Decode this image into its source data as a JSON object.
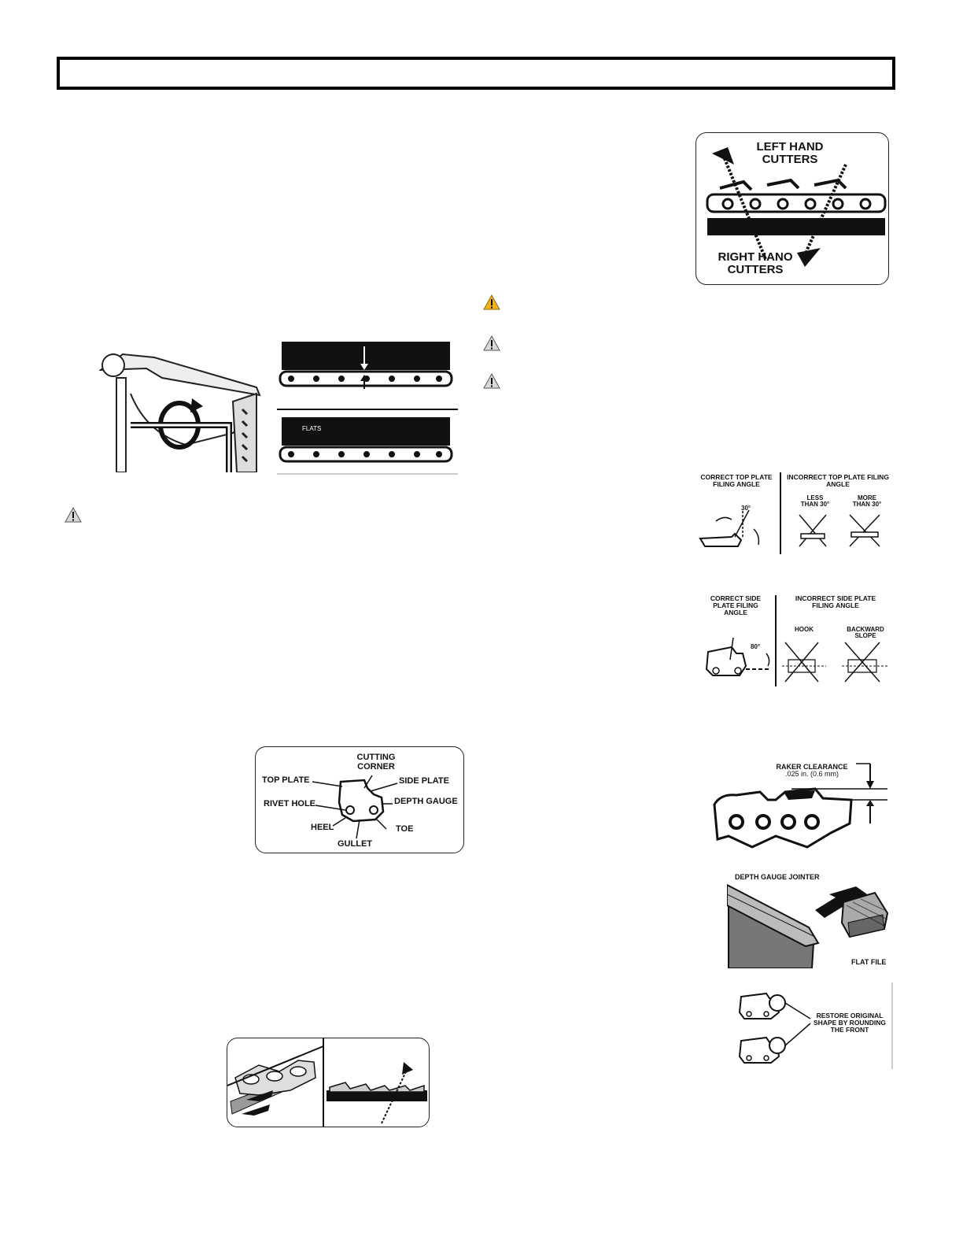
{
  "header": {
    "title": ""
  },
  "figures": {
    "cutter_direction": {
      "left": "LEFT HAND",
      "left2": "CUTTERS",
      "right": "RIGHT HANO",
      "right2": "CUTTERS"
    },
    "flats_label": "FLATS",
    "top_plate": {
      "correct": "CORRECT TOP PLATE",
      "correct2": "FILING ANGLE",
      "incorrect": "INCORRECT TOP PLATE FILING",
      "incorrect2": "ANGLE",
      "less": "LESS",
      "less2": "THAN 30°",
      "more": "MORE",
      "more2": "THAN 30°",
      "angle": "30°"
    },
    "side_plate": {
      "correct": "CORRECT SIDE",
      "correct2": "PLATE FILING",
      "correct3": "ANGLE",
      "incorrect": "INCORRECT SIDE PLATE",
      "incorrect2": "FILING ANGLE",
      "hook": "HOOK",
      "backward": "BACKWARD",
      "backward2": "SLOPE",
      "angle": "80°"
    },
    "cutter_parts": {
      "cutting_corner": "CUTTING",
      "cutting_corner2": "CORNER",
      "top_plate": "TOP PLATE",
      "side_plate": "SIDE PLATE",
      "rivet_hole": "RIVET HOLE",
      "depth_gauge": "DEPTH GAUGE",
      "heel": "HEEL",
      "toe": "TOE",
      "gullet": "GULLET"
    },
    "raker": {
      "line1": "RAKER CLEARANCE",
      "line2": ".025 in. (0.6 mm)"
    },
    "jointer": {
      "tool": "DEPTH GAUGE JOINTER",
      "file": "FLAT FILE"
    },
    "restore": {
      "line1": "RESTORE ORIGINAL",
      "line2": "SHAPE BY ROUNDING",
      "line3": "THE FRONT"
    }
  },
  "colors": {
    "warning_yellow": "#f3b21a",
    "warning_gray": "#c8c8c8",
    "ink": "#111111"
  }
}
